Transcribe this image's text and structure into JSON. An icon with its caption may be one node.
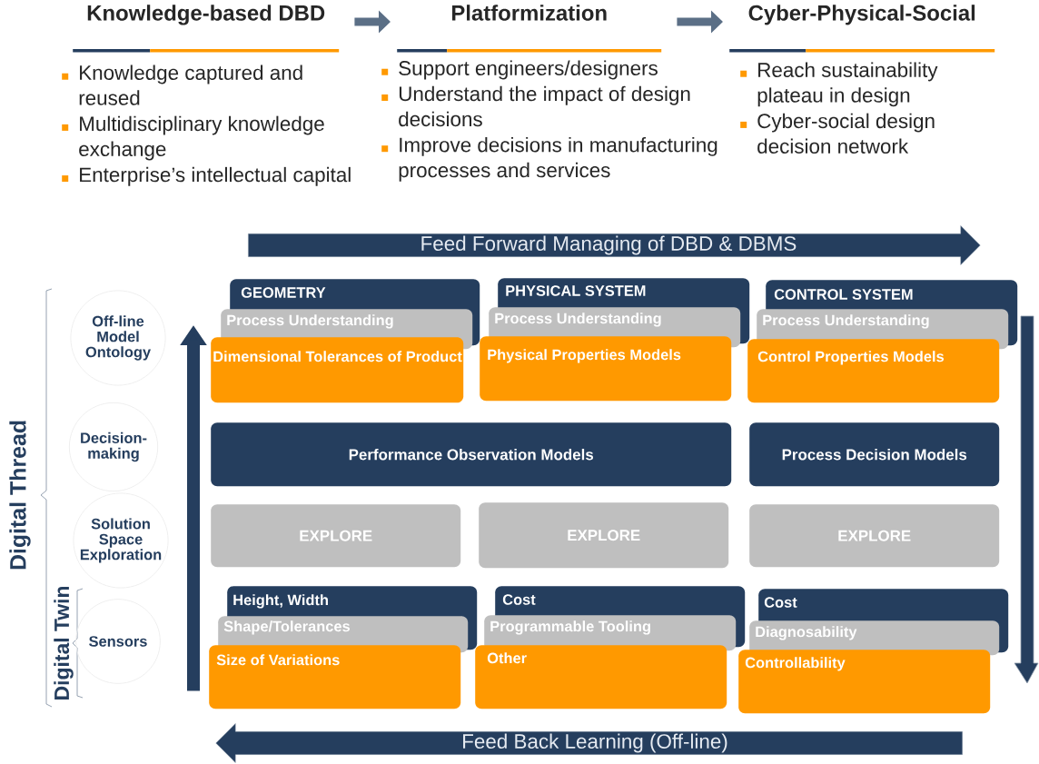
{
  "diagram": {
    "nodes": [
      {
        "text": [
          "Knowledge-based DBD"
        ],
        "beside": [
          "Knowledge captured and reused",
          "Multidisciplinary knowledge exchange",
          "Enterprise’s intellectual capital"
        ]
      },
      {
        "text": [
          "Platformization"
        ],
        "beside": [
          "Support engineers/designers",
          "Understand the impact of design decisions",
          "Improve decisions in manufacturing processes and services"
        ]
      },
      {
        "text": [
          "Cyber-Physical-Social"
        ],
        "beside": [
          "Reach sustainability plateau in design",
          "Cyber-social design decision network"
        ]
      },
      {
        "text": [
          "Feed Forward Managing of DBD & DBMS"
        ]
      },
      {
        "text": [
          "Off-line Model Ontology"
        ]
      },
      {
        "text": [
          "GEOMETRY"
        ]
      },
      {
        "text": [
          "Process Understanding"
        ]
      },
      {
        "text": [
          "Dimensional Tolerances of Product"
        ]
      },
      {
        "text": [
          "PHYSICAL SYSTEM"
        ]
      },
      {
        "text": [
          "Process Understanding"
        ]
      },
      {
        "text": [
          "Physical Properties Models"
        ]
      },
      {
        "text": [
          "CONTROL SYSTEM"
        ]
      },
      {
        "text": [
          "Process Understanding"
        ]
      },
      {
        "text": [
          "Control Properties Models"
        ]
      },
      {
        "text": [
          "Decision-making"
        ]
      },
      {
        "text": [
          "Performance Observation Models"
        ]
      },
      {
        "text": [
          "Process Decision Models"
        ]
      },
      {
        "text": [
          "Solution Space Exploration"
        ]
      },
      {
        "text": [
          "EXPLORE"
        ]
      },
      {
        "text": [
          "EXPLORE"
        ]
      },
      {
        "text": [
          "EXPLORE"
        ]
      },
      {
        "text": [
          "Sensors"
        ]
      },
      {
        "text": [
          "Height, Width"
        ]
      },
      {
        "text": [
          "Shape/Tolerances"
        ]
      },
      {
        "text": [
          "Size of Variations"
        ]
      },
      {
        "text": [
          "Cost"
        ]
      },
      {
        "text": [
          "Programmable Tooling"
        ]
      },
      {
        "text": [
          "Other"
        ]
      },
      {
        "text": [
          "Cost"
        ]
      },
      {
        "text": [
          "Diagnosability"
        ]
      },
      {
        "text": [
          "Controllability"
        ]
      },
      {
        "text": [
          "Feed Back Learning (Off-line)"
        ]
      }
    ],
    "edges": [
      {
        "from": 0,
        "to": 1,
        "arrow": "to"
      },
      {
        "from": 1,
        "to": 2,
        "arrow": "to"
      },
      {
        "from": 24,
        "to": 7,
        "arrow": "to"
      }
    ],
    "labels": [
      "Digital Thread",
      "Digital Twin"
    ]
  }
}
